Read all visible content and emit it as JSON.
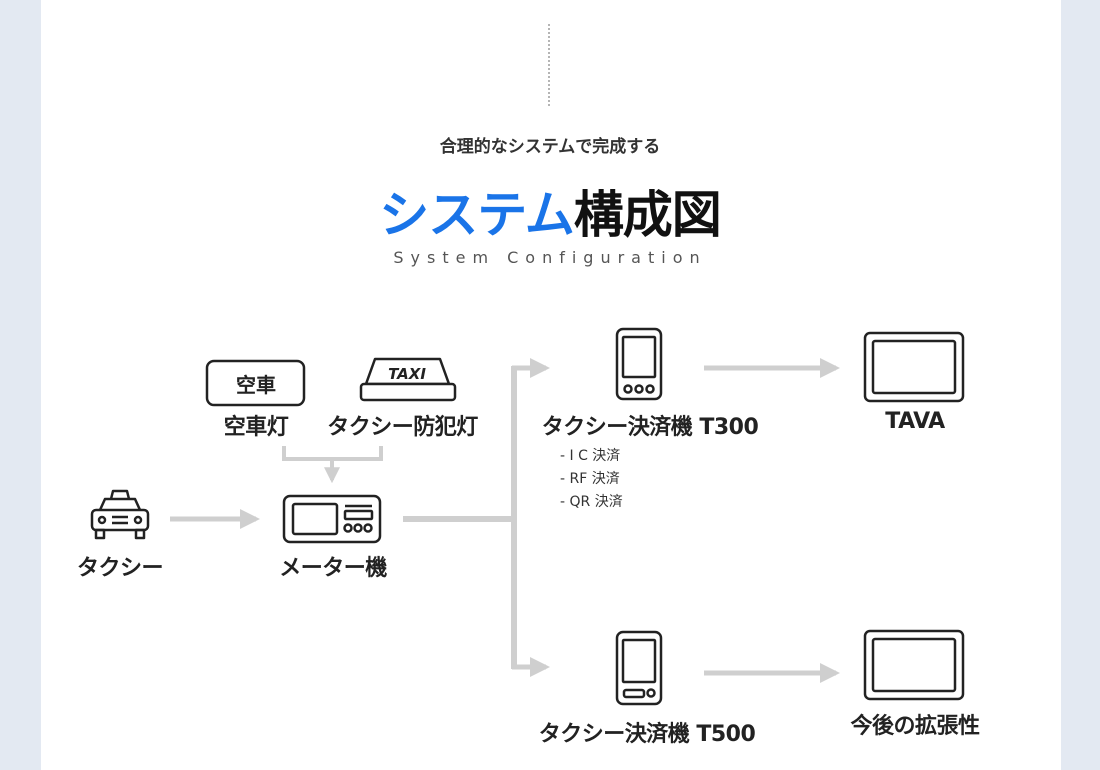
{
  "header": {
    "tagline": "合理的なシステムで完成する",
    "title_accent": "システム",
    "title_rest": "構成図",
    "title_en": "System Configuration"
  },
  "diagram": {
    "vacant_sign_text": "空車",
    "taxi_sign_text": "TAXI",
    "nodes": {
      "vacant_light": "空車灯",
      "taxi_roof_light": "タクシー防犯灯",
      "taxi": "タクシー",
      "meter": "メーター機",
      "t300": "タクシー決済機 T300",
      "tava": "TAVA",
      "t500": "タクシー決済機 T500",
      "future": "今後の拡張性"
    },
    "t300_features": [
      "- I C 決済",
      "- RF 決済",
      "- QR 決済"
    ]
  },
  "colors": {
    "accent": "#1a74e8",
    "connector": "#cfcfcf",
    "icon_stroke": "#222222"
  },
  "icons": [
    "vacant-sign-icon",
    "taxi-sign-icon",
    "taxi-car-icon",
    "meter-device-icon",
    "terminal-t300-icon",
    "tablet-tava-icon",
    "terminal-t500-icon",
    "tablet-future-icon"
  ]
}
